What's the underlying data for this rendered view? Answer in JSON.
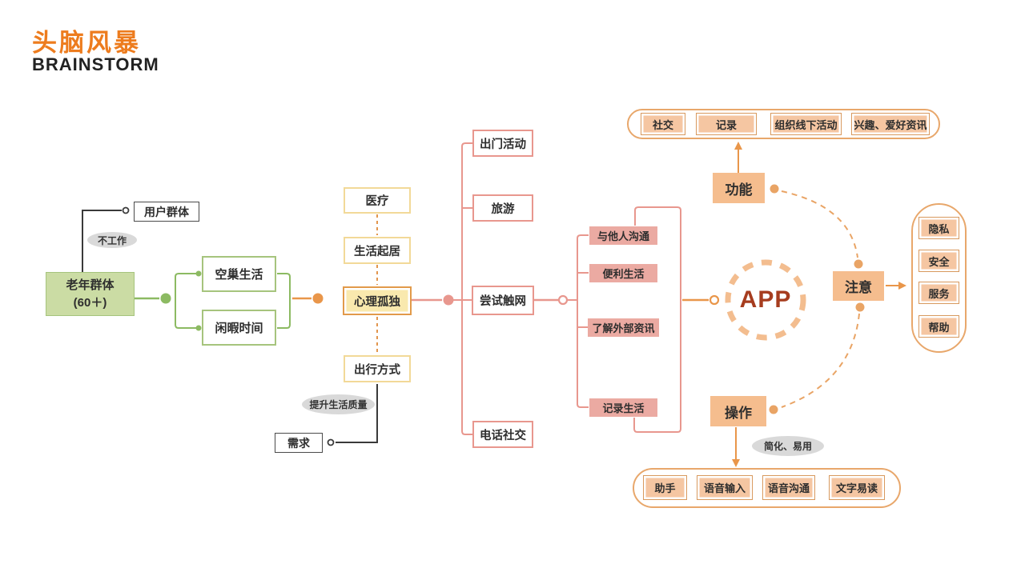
{
  "title": {
    "cn": "头脑风暴",
    "en": "BRAINSTORM"
  },
  "nodes": {
    "user_group": "用户群体",
    "not_working": "不工作",
    "elderly_line1": "老年群体",
    "elderly_line2": "(60＋)",
    "empty_nest": "空巢生活",
    "leisure_time": "闲暇时间",
    "medical": "医疗",
    "daily_life": "生活起居",
    "loneliness": "心理孤独",
    "travel_mode": "出行方式",
    "improve_quality": "提升生活质量",
    "demand": "需求",
    "outdoor_activity": "出门活动",
    "tourism": "旅游",
    "try_internet": "尝试触网",
    "phone_social": "电话社交",
    "communicate_with_others": "与他人沟通",
    "convenient_life": "便利生活",
    "external_info": "了解外部资讯",
    "record_life": "记录生活",
    "app": "APP",
    "attention": "注意",
    "function": "功能",
    "operation": "操作",
    "simplified_easy": "简化、易用"
  },
  "function_items": [
    "社交",
    "记录",
    "组织线下活动",
    "兴趣、爱好资讯"
  ],
  "attention_items": [
    "隐私",
    "安全",
    "服务",
    "帮助"
  ],
  "operation_items": [
    "助手",
    "语音输入",
    "语音沟通",
    "文字易读"
  ],
  "colors": {
    "title_orange": "#ED7C1E",
    "green_fill": "#cbdca4",
    "green_border": "#a6c47d",
    "green_line": "#8cba62",
    "yellow_border": "#f2d998",
    "yellow_hl_fill": "#f9e9ae",
    "yellow_hl_border": "#e29a4a",
    "pink_border": "#e8978e",
    "pink_fill": "#ebaaa2",
    "orange_fill": "#f5bd8e",
    "orange_line": "#e9964a",
    "orange_arc": "#e9a465",
    "pill_border": "#e8a76b",
    "app_text": "#a63c1e",
    "gray_ellipse": "#d9d9d9",
    "dark_line": "#3a3a3a"
  }
}
